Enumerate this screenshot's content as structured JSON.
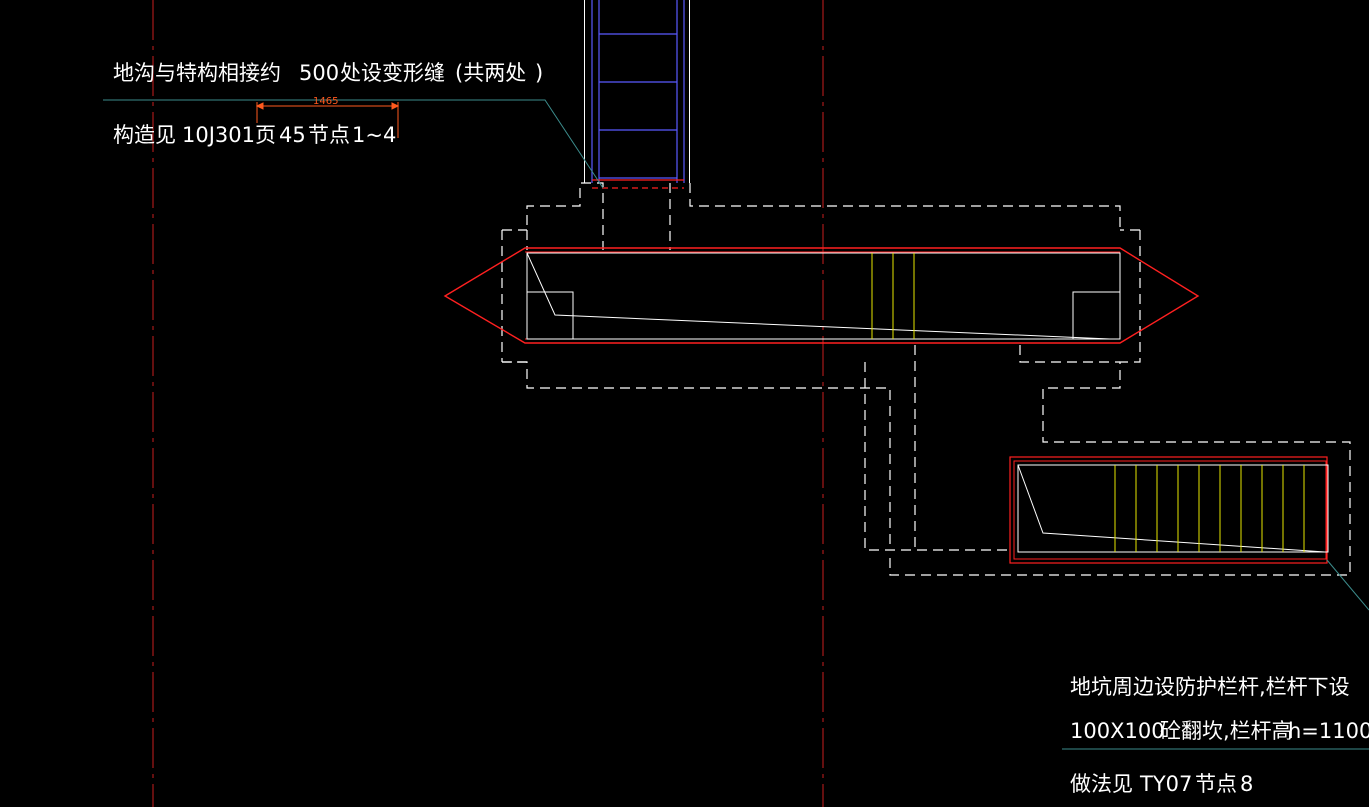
{
  "notes": {
    "top_line1": {
      "part1": "地沟与特构相接约",
      "part2": "500",
      "part3": "处设变形缝",
      "part4": "(共两处",
      "part5": ")"
    },
    "top_line2": {
      "part1": "构造见",
      "part2": "10J301",
      "part3": "页",
      "part4": "45",
      "part5": "节点",
      "part6": "1~4"
    },
    "bottom_line1": "地坑周边设防护栏杆,栏杆下设",
    "bottom_line2": {
      "part1": "100X100",
      "part2": "砼翻坎,栏杆高",
      "part3": "h=1100"
    },
    "bottom_line3": {
      "part1": "做法见",
      "part2": "TY07",
      "part3": "节点",
      "part4": "8"
    }
  },
  "dimension": {
    "value": "1465"
  },
  "colors": {
    "background": "#000000",
    "red_line": "#ff2020",
    "red_dashdot": "#c81e1e",
    "white": "#ffffff",
    "yellow": "#e6e600",
    "blue": "#5a5aff",
    "teal": "#3c8c8c",
    "dimension": "#ff5a1e"
  }
}
